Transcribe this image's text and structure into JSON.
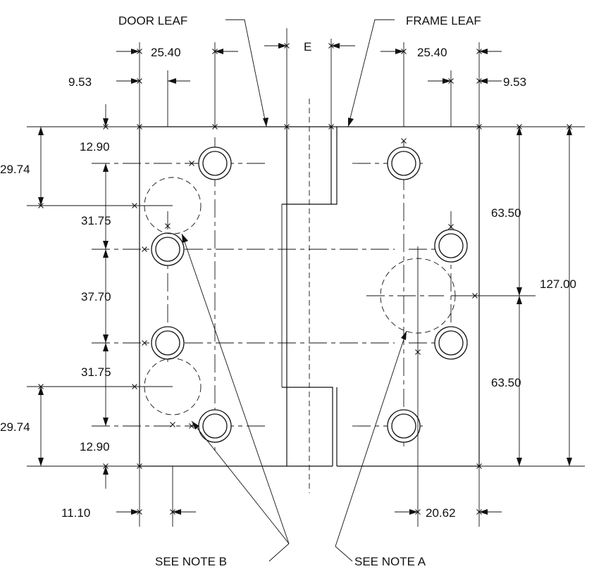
{
  "labels": {
    "door_leaf": "DOOR LEAF",
    "frame_leaf": "FRAME LEAF",
    "gap": "E",
    "note_a": "SEE NOTE A",
    "note_b": "SEE NOTE B"
  },
  "dimensions": {
    "door_hole_offset_x": "25.40",
    "frame_hole_offset_x": "25.40",
    "door_edge_offset": "9.53",
    "frame_edge_offset": "9.53",
    "top_hole_y": "12.90",
    "top_circle_y": "29.74",
    "upper_pitch": "31.75",
    "middle_pitch": "37.70",
    "lower_pitch": "31.75",
    "bottom_circle_y": "29.74",
    "bottom_hole_y": "12.90",
    "door_bottom_offset_x": "11.10",
    "frame_bottom_offset_x": "20.62",
    "half_height_upper": "63.50",
    "half_height_lower": "63.50",
    "overall_height": "127.00"
  }
}
